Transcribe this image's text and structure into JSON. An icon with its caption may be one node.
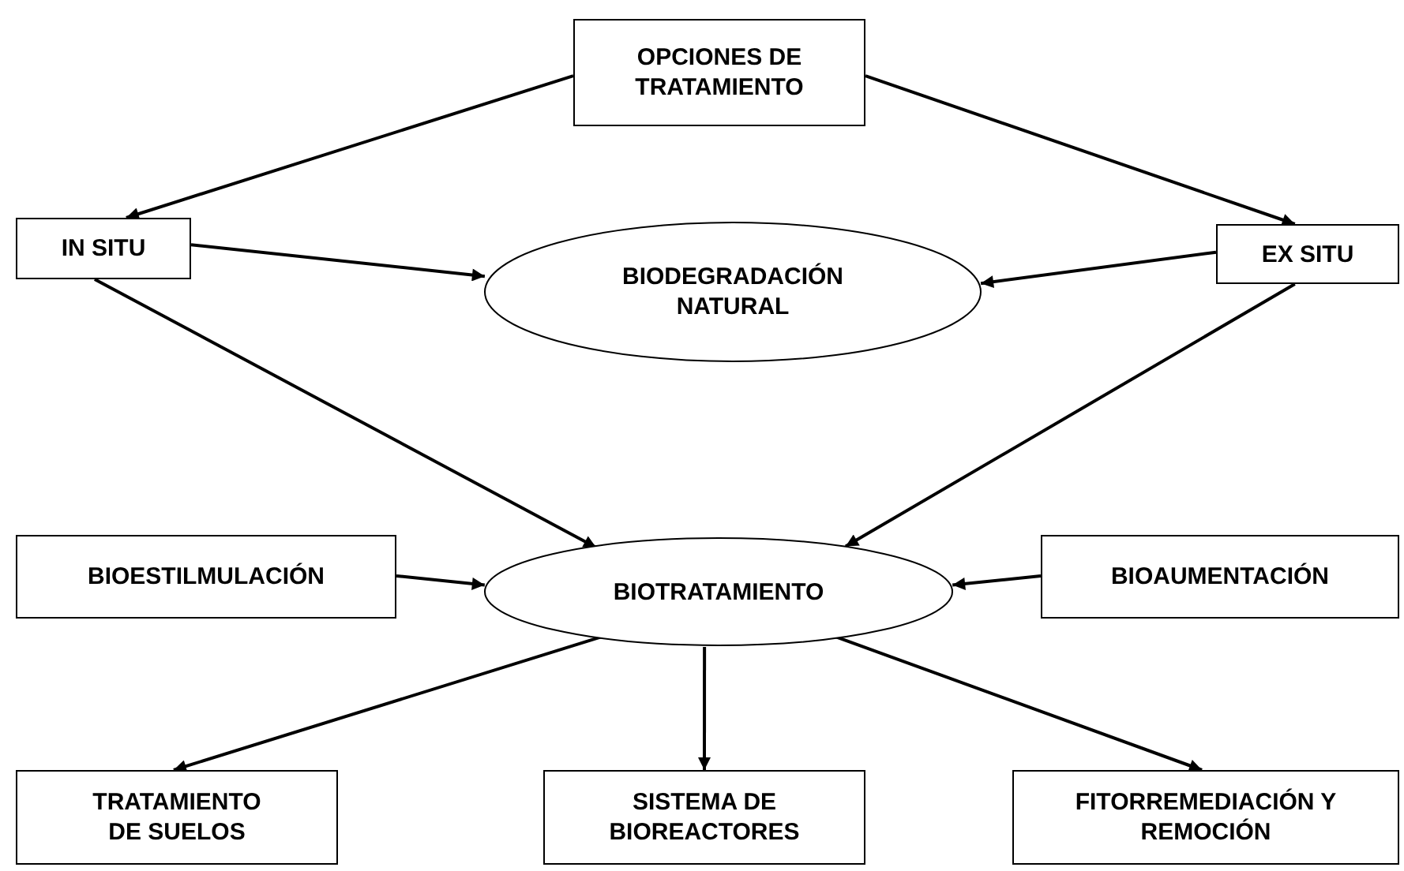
{
  "diagram": {
    "nodes": [
      {
        "text": [
          "OPCIONES DE TRATAMIENTO"
        ]
      },
      {
        "text": [
          "IN SITU"
        ]
      },
      {
        "text": [
          "BIODEGRADACIÓN NATURAL"
        ]
      },
      {
        "text": [
          "EX SITU"
        ]
      },
      {
        "text": [
          "BIOESTILMULACIÓN"
        ]
      },
      {
        "text": [
          "BIOTRATAMIENTO"
        ]
      },
      {
        "text": [
          "BIOAUMENTACIÓN"
        ]
      },
      {
        "text": [
          "TRATAMIENTO DE SUELOS"
        ]
      },
      {
        "text": [
          "SISTEMA DE BIOREACTORES"
        ]
      },
      {
        "text": [
          "FITORREMEDIACIÓN Y REMOCIÓN"
        ]
      }
    ],
    "edges": [
      {
        "from": 0,
        "to": 1,
        "arrow": "to"
      },
      {
        "from": 0,
        "to": 3,
        "arrow": "to"
      },
      {
        "from": 1,
        "to": 2,
        "arrow": "to"
      },
      {
        "from": 3,
        "to": 2,
        "arrow": "to"
      },
      {
        "from": 1,
        "to": 5,
        "arrow": "to"
      },
      {
        "from": 3,
        "to": 5,
        "arrow": "to"
      },
      {
        "from": 4,
        "to": 5,
        "arrow": "to"
      },
      {
        "from": 6,
        "to": 5,
        "arrow": "to"
      },
      {
        "from": 5,
        "to": 7,
        "arrow": "to"
      },
      {
        "from": 5,
        "to": 8,
        "arrow": "to"
      },
      {
        "from": 5,
        "to": 9,
        "arrow": "to"
      }
    ]
  }
}
